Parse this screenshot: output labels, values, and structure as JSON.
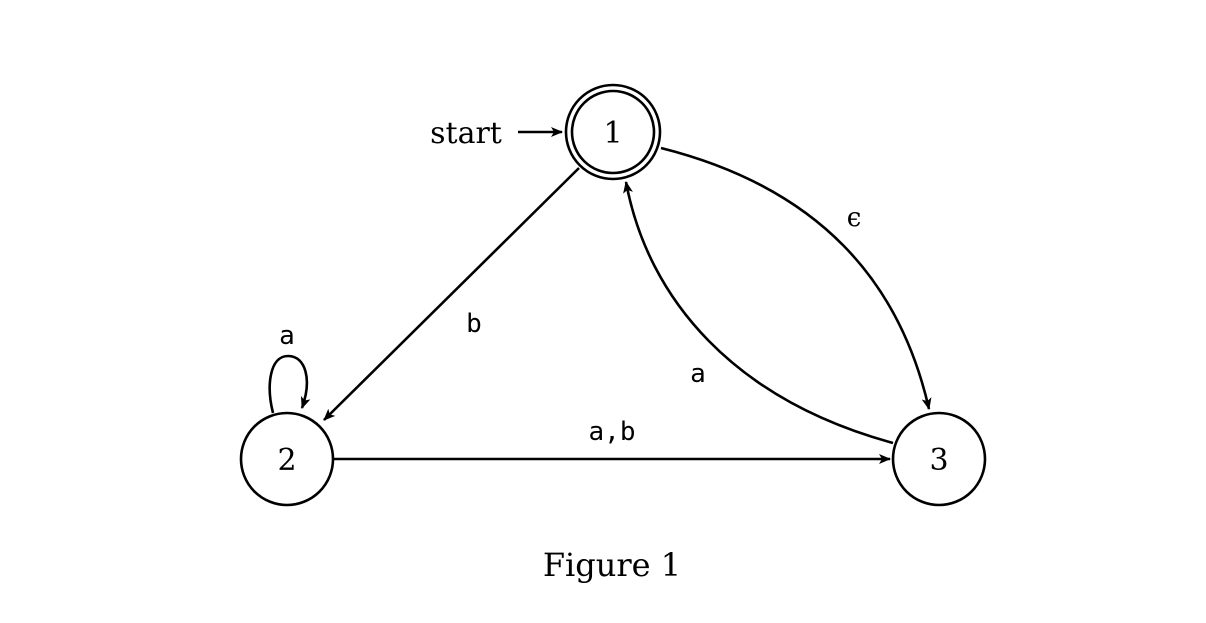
{
  "diagram": {
    "states": [
      {
        "id": "1",
        "label": "1",
        "accepting": true,
        "initial": true
      },
      {
        "id": "2",
        "label": "2",
        "accepting": false,
        "initial": false
      },
      {
        "id": "3",
        "label": "3",
        "accepting": false,
        "initial": false
      }
    ],
    "start_label": "start",
    "transitions": [
      {
        "from": "1",
        "to": "2",
        "label": "b"
      },
      {
        "from": "1",
        "to": "3",
        "label": "ϵ"
      },
      {
        "from": "3",
        "to": "1",
        "label": "a"
      },
      {
        "from": "2",
        "to": "3",
        "label": "a,b"
      },
      {
        "from": "2",
        "to": "2",
        "label": "a"
      }
    ],
    "caption": "Figure 1"
  }
}
